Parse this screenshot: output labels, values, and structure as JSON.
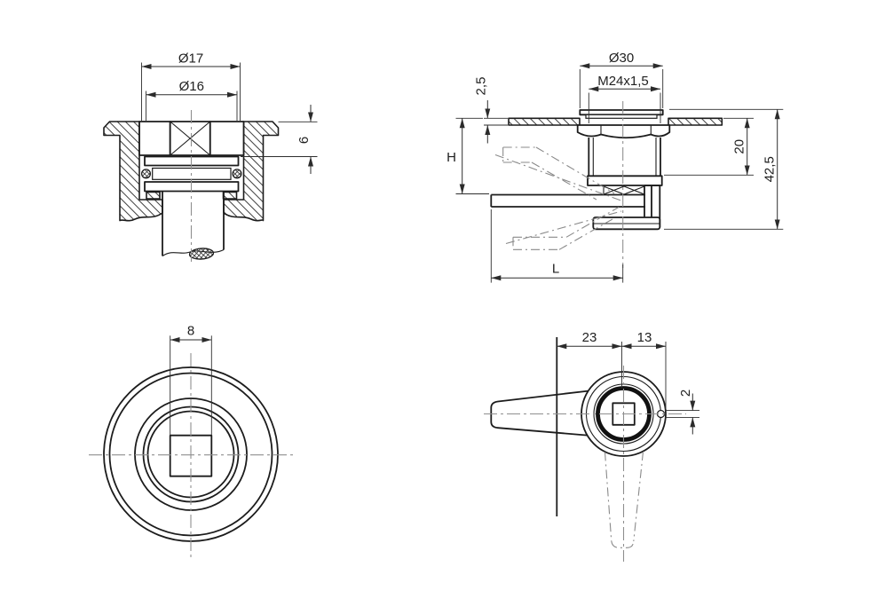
{
  "drawing_type": "technical-drawing-compression-latch",
  "colors": {
    "background": "#ffffff",
    "object_line": "#1c1c1c",
    "dimension_line": "#2e2e2e",
    "centerline": "#8f8f8f",
    "phantom_line": "#8a8a8a"
  },
  "dims": {
    "front": {
      "bore_dia": "Ø17",
      "inner_dia": "Ø16",
      "insert_depth": "6"
    },
    "side": {
      "head_dia": "Ø30",
      "thread": "M24x1,5",
      "panel_thickness": "2,5",
      "grip_height": "H",
      "under_panel": "20",
      "total_height": "42,5",
      "arm_length": "L"
    },
    "plan": {
      "square_drive": "8"
    },
    "handle": {
      "handle_offset": "23",
      "pin_offset": "13",
      "pin_dia": "2"
    }
  }
}
